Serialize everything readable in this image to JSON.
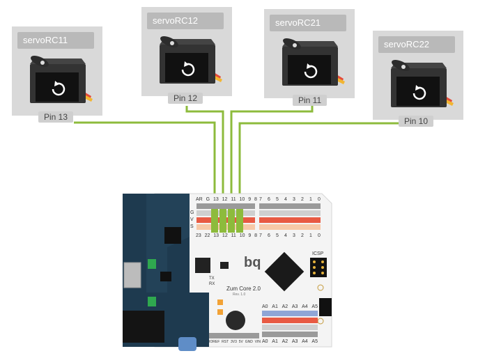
{
  "servos": [
    {
      "name": "servoRC11",
      "pin": "Pin 13"
    },
    {
      "name": "servoRC12",
      "pin": "Pin 12"
    },
    {
      "name": "servoRC21",
      "pin": "Pin 11"
    },
    {
      "name": "servoRC22",
      "pin": "Pin 10"
    }
  ],
  "board": {
    "model": "Zum Core 2.0",
    "revision": "Rev. 1.0",
    "brand": "bq",
    "icsp": "ICSP",
    "tx": "TX",
    "rx": "RX",
    "header_row_letters": [
      "G",
      "V",
      "S"
    ],
    "top_pins_left": [
      "AR",
      "G",
      "13",
      "12",
      "11",
      "10",
      "9",
      "8"
    ],
    "top_pins_left_bottom": [
      "23",
      "22",
      "13",
      "12",
      "11",
      "10",
      "9",
      "8"
    ],
    "top_pins_right": [
      "7",
      "6",
      "5",
      "4",
      "3",
      "2",
      "1",
      "0"
    ],
    "top_pins_right_bottom": [
      "7",
      "6",
      "5",
      "4",
      "3",
      "2",
      "1",
      "0"
    ],
    "analog_top": [
      "A0",
      "A1",
      "A2",
      "A3",
      "A4",
      "A5"
    ],
    "analog_bottom": [
      "A0",
      "A1",
      "A2",
      "A3",
      "A4",
      "A5"
    ],
    "power_labels": [
      "IOREF",
      "RST",
      "3V3",
      "5V",
      "GND",
      "VIN"
    ]
  },
  "colors": {
    "wire": "#8dbb3c",
    "card": "#d9d9d9",
    "title_bg": "#b9b9b9",
    "board_blue": "#1e3a4f",
    "board_white": "#f4f4f4"
  }
}
